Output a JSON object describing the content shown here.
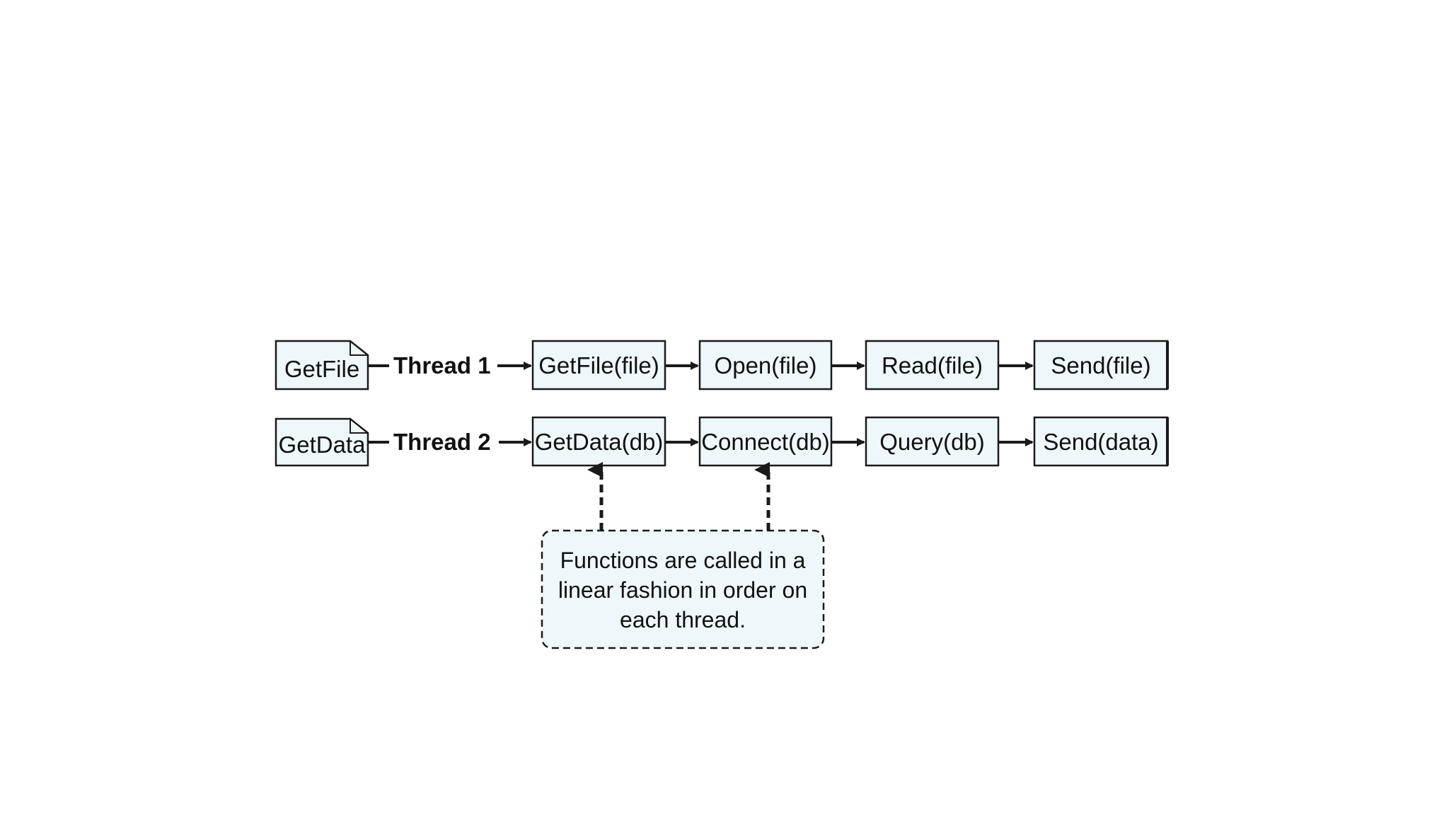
{
  "colors": {
    "box_fill": "#eef7f9",
    "stroke": "#1a1a1a",
    "background": "#ffffff"
  },
  "threads": [
    {
      "doc": "GetFile",
      "label": "Thread 1",
      "steps": [
        "GetFile(file)",
        "Open(file)",
        "Read(file)",
        "Send(file)"
      ]
    },
    {
      "doc": "GetData",
      "label": "Thread 2",
      "steps": [
        "GetData(db)",
        "Connect(db)",
        "Query(db)",
        "Send(data)"
      ]
    }
  ],
  "note": {
    "lines": [
      "Functions are called in a",
      "linear fashion in order on",
      "each thread."
    ]
  }
}
